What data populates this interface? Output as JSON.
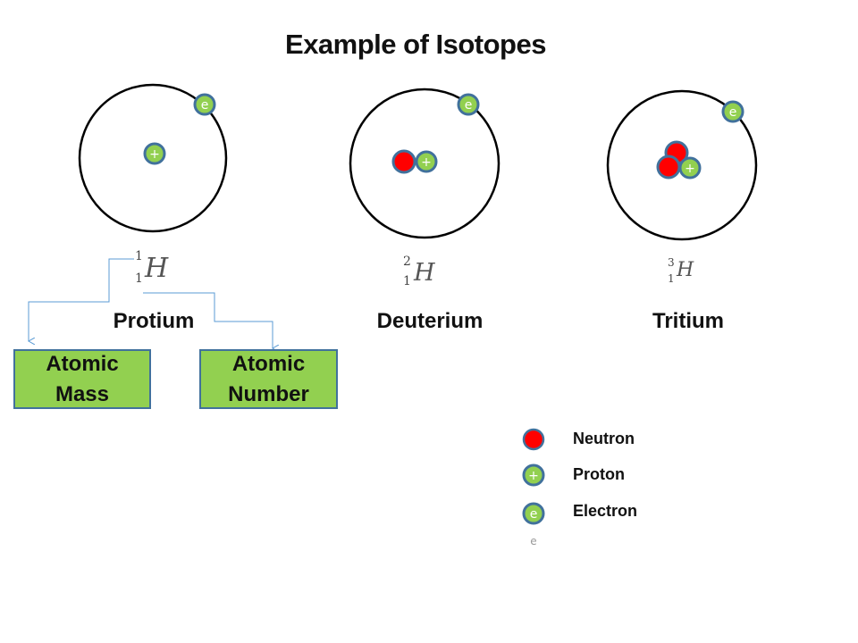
{
  "title": "Example of Isotopes",
  "isotopes": [
    {
      "name": "Protium",
      "symbol": "H",
      "mass_number": "1",
      "atomic_number": "1",
      "protons": 1,
      "neutrons": 0,
      "electrons": 1
    },
    {
      "name": "Deuterium",
      "symbol": "H",
      "mass_number": "2",
      "atomic_number": "1",
      "protons": 1,
      "neutrons": 1,
      "electrons": 1
    },
    {
      "name": "Tritium",
      "symbol": "H",
      "mass_number": "3",
      "atomic_number": "1",
      "protons": 1,
      "neutrons": 2,
      "electrons": 1
    }
  ],
  "callouts": {
    "atomic_mass": [
      "Atomic",
      "Mass"
    ],
    "atomic_number": [
      "Atomic",
      "Number"
    ]
  },
  "particle_glyphs": {
    "proton": "+",
    "electron": "e"
  },
  "legend": [
    {
      "label": "Neutron",
      "glyph": ""
    },
    {
      "label": "Proton",
      "glyph": "+"
    },
    {
      "label": "Electron",
      "glyph": "e"
    }
  ],
  "colors": {
    "neutron": "#ff0000",
    "particle_fill": "#92d050",
    "particle_border": "#41719c",
    "box_fill": "#92d050",
    "arrow": "#5b9bd5"
  }
}
